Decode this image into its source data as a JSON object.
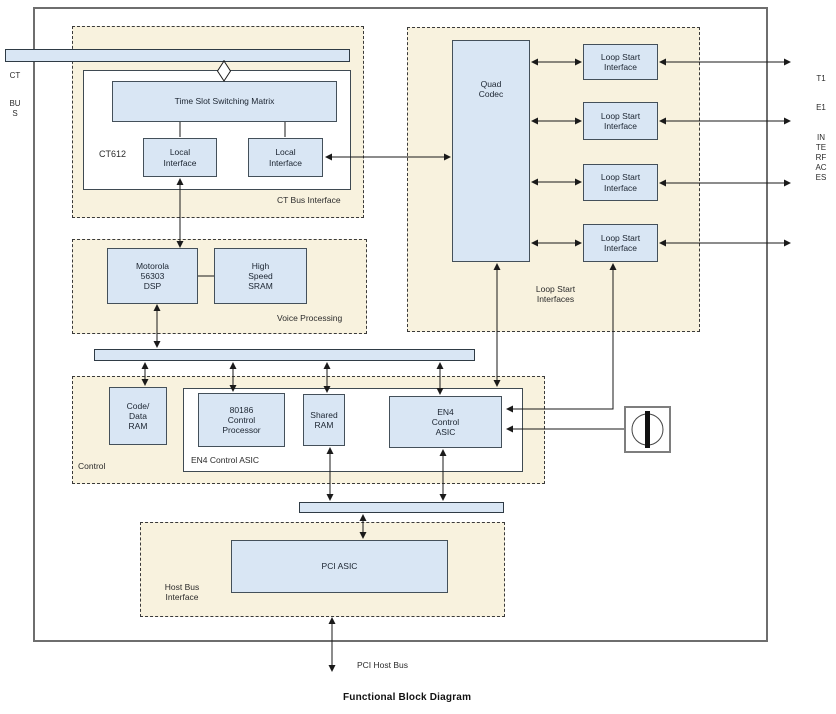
{
  "title": "Functional Block Diagram",
  "ct_bus": {
    "line1": "CT",
    "line2": "BUS"
  },
  "t1e1": {
    "line1": "T1",
    "line2": "E1",
    "line3": "INTERFACES"
  },
  "sections": {
    "ct_bus_interface": {
      "label": "CT Bus Interface",
      "chip": "CT612",
      "matrix": "Time Slot Switching Matrix",
      "local_left": "Local\nInterface",
      "local_right": "Local\nInterface"
    },
    "voice_processing": {
      "label": "Voice Processing",
      "dsp": "Motorola\n56303\nDSP",
      "sram": "High\nSpeed\nSRAM"
    },
    "control": {
      "label": "Control",
      "asic_group": "EN4 Control ASIC",
      "code_data_ram": "Code/\nData\nRAM",
      "processor": "80186\nControl\nProcessor",
      "shared_ram": "Shared\nRAM",
      "en4_asic": "EN4\nControl\nASIC"
    },
    "loop_start": {
      "label": "Loop Start\nInterfaces",
      "quad_codec": "Quad\nCodec",
      "interface1": "Loop Start\nInterface",
      "interface2": "Loop Start\nInterface",
      "interface3": "Loop Start\nInterface",
      "interface4": "Loop Start\nInterface"
    },
    "host_bus_interface": {
      "label": "Host Bus\nInterface",
      "pci_asic": "PCI ASIC"
    }
  },
  "annotations": {
    "pci_host_bus": "PCI Host Bus"
  },
  "icons": {
    "oscillator": "oscillator-icon",
    "bus_tap": "bus-tap-diamond-icon"
  },
  "colors": {
    "block_fill": "#d9e6f4",
    "block_border": "#44505a",
    "panel_fill": "#f8f2de",
    "panel_border": "#3a3a3a",
    "outer_border": "#6e6e6e",
    "line": "#1a1a1a"
  }
}
